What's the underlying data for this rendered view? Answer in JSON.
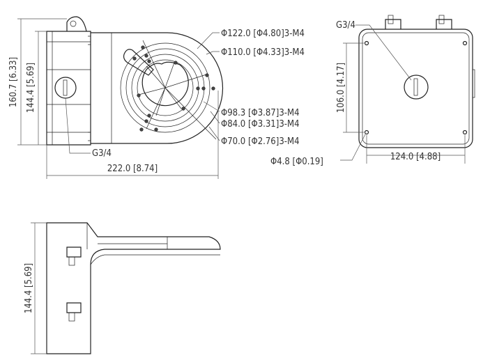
{
  "front_view": {
    "height_overall": "160.7 [6.33]",
    "height_body": "144.4 [5.69]",
    "thread_label": "G3/4",
    "width": "222.0 [8.74]",
    "circle_labels": [
      "Φ122.0 [Φ4.80]3-M4",
      "Φ110.0 [Φ4.33]3-M4",
      "Φ98.3 [Φ3.87]3-M4",
      "Φ84.0 [Φ3.31]3-M4",
      "Φ70.0 [Φ2.76]3-M4"
    ]
  },
  "back_view": {
    "thread_label": "G3/4",
    "hole_spacing_vertical": "106.0 [4.17]",
    "hole_spacing_horizontal": "124.0 [4.88]",
    "hole_diameter": "Φ4.8 [Φ0.19]"
  },
  "side_view": {
    "height_body": "144.4 [5.69]"
  }
}
